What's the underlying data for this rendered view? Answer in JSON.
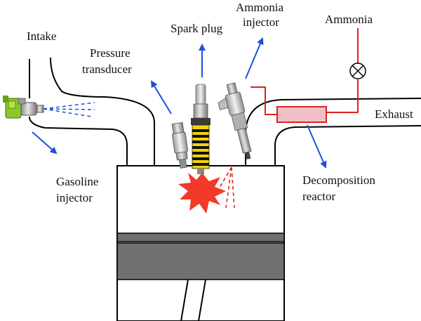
{
  "labels": {
    "intake": "Intake",
    "pressure_transducer_l1": "Pressure",
    "pressure_transducer_l2": "transducer",
    "spark_plug": "Spark plug",
    "ammonia_injector_l1": "Ammonia",
    "ammonia_injector_l2": "injector",
    "ammonia": "Ammonia",
    "exhaust": "Exhaust",
    "gasoline_injector_l1": "Gasoline",
    "gasoline_injector_l2": "injector",
    "decomposition_reactor_l1": "Decomposition",
    "decomposition_reactor_l2": "reactor"
  },
  "colors": {
    "arrow": "#1f4fe0",
    "ammonia_line": "#e02020",
    "reactor_fill": "#f0c0c8",
    "flame": "#f23a2a",
    "piston": "#707070",
    "gasoline_injector": "#8ac826",
    "spark_plug_band": "#f2d500"
  },
  "icons": {
    "valve": "valve-icon",
    "flame": "combustion-flame-icon"
  }
}
